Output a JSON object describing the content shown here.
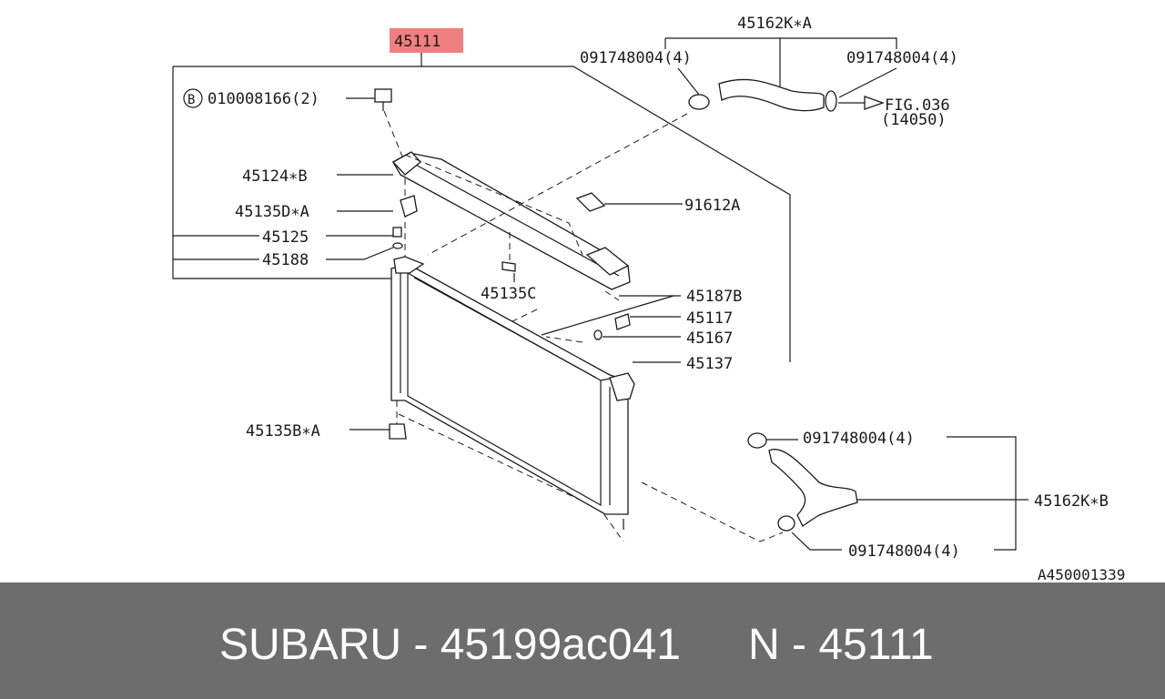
{
  "diagram": {
    "highlight_color": "#f08080",
    "highlight_label": "45111",
    "labels": {
      "l45162ka": "45162K∗A",
      "l091_tl": "091748004(4)",
      "l091_tr": "091748004(4)",
      "bolt_letter": "B",
      "bolt": "010008166(2)",
      "fig": "FIG.036",
      "fig_sub": "(14050)",
      "l45124b": "45124∗B",
      "l91612a": "91612A",
      "l45135da": "45135D∗A",
      "l45125": "45125",
      "l45188": "45188",
      "l45135c": "45135C",
      "l45187b": "45187B",
      "l45117": "45117",
      "l45167": "45167",
      "l45137": "45137",
      "l45135ba": "45135B∗A",
      "l091_br1": "091748004(4)",
      "l45162kb": "45162K∗B",
      "l091_br2": "091748004(4)",
      "ref": "A450001339"
    }
  },
  "footer": {
    "brand_part": "SUBARU - 45199ac041",
    "ref_part": "N - 45111"
  }
}
